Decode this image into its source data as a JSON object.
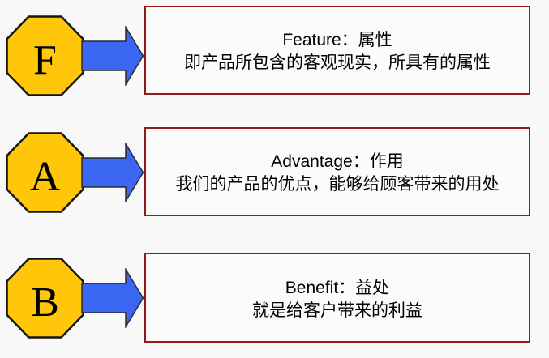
{
  "diagram": {
    "rows": [
      {
        "letter": "F",
        "title": "Feature：属性",
        "description": "即产品所包含的客观现实，所具有的属性"
      },
      {
        "letter": "A",
        "title": "Advantage：作用",
        "description": "我们的产品的优点，能够给顾客带来的用处"
      },
      {
        "letter": "B",
        "title": "Benefit：益处",
        "description": "就是给客户带来的利益"
      }
    ],
    "colors": {
      "octagon_fill": "#FFC60A",
      "octagon_stroke": "#141414",
      "arrow_fill": "#3A66F2",
      "arrow_stroke": "#2B2B2B",
      "box_border": "#941A1A",
      "box_background": "#FBFBFC",
      "text": "#000000",
      "page_background": "#F8F8F9"
    }
  }
}
